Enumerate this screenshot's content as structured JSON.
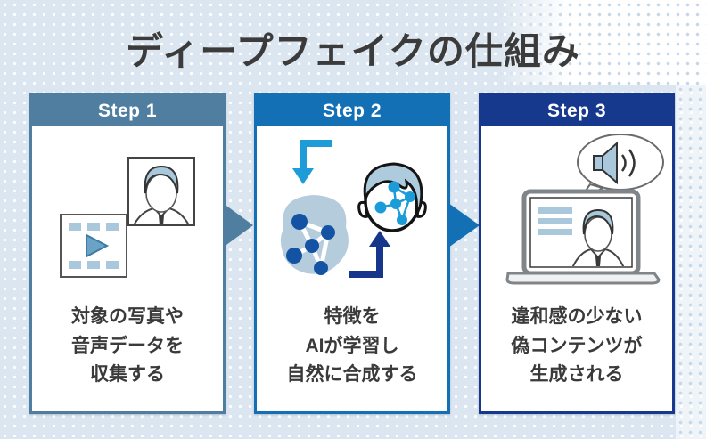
{
  "title": "ディープフェイクの仕組み",
  "steps": [
    {
      "label": "Step 1",
      "caption_lines": [
        "対象の写真や",
        "音声データを",
        "収集する"
      ],
      "theme_color": "#4f7ea1",
      "icons": [
        "film-frame-icon",
        "portrait-photo-icon"
      ]
    },
    {
      "label": "Step 2",
      "caption_lines": [
        "特徴を",
        "AIが学習し",
        "自然に合成する"
      ],
      "theme_color": "#1470b5",
      "icons": [
        "input-down-arrow-icon",
        "ai-head-network-icon",
        "face-feature-network-icon",
        "output-up-arrow-icon"
      ]
    },
    {
      "label": "Step 3",
      "caption_lines": [
        "違和感の少ない",
        "偽コンテンツが",
        "生成される"
      ],
      "theme_color": "#17398d",
      "icons": [
        "speech-bubble-audio-icon",
        "laptop-deepfake-video-icon"
      ]
    }
  ],
  "colors": {
    "background": "#dce6f0",
    "dot": "#ffffff",
    "panel_bg": "#ffffff",
    "title_text": "#3b3b3b",
    "caption_text": "#3a3a3a",
    "step1_theme": "#4f7ea1",
    "step2_theme": "#1470b5",
    "step3_theme": "#17398d",
    "icon_light_blue": "#a9c8db",
    "network_dark_blue": "#1453a3",
    "network_bright_blue": "#1b9cd8",
    "arrow_cyan": "#1e9cd7",
    "arrow_navy": "#16368c"
  }
}
